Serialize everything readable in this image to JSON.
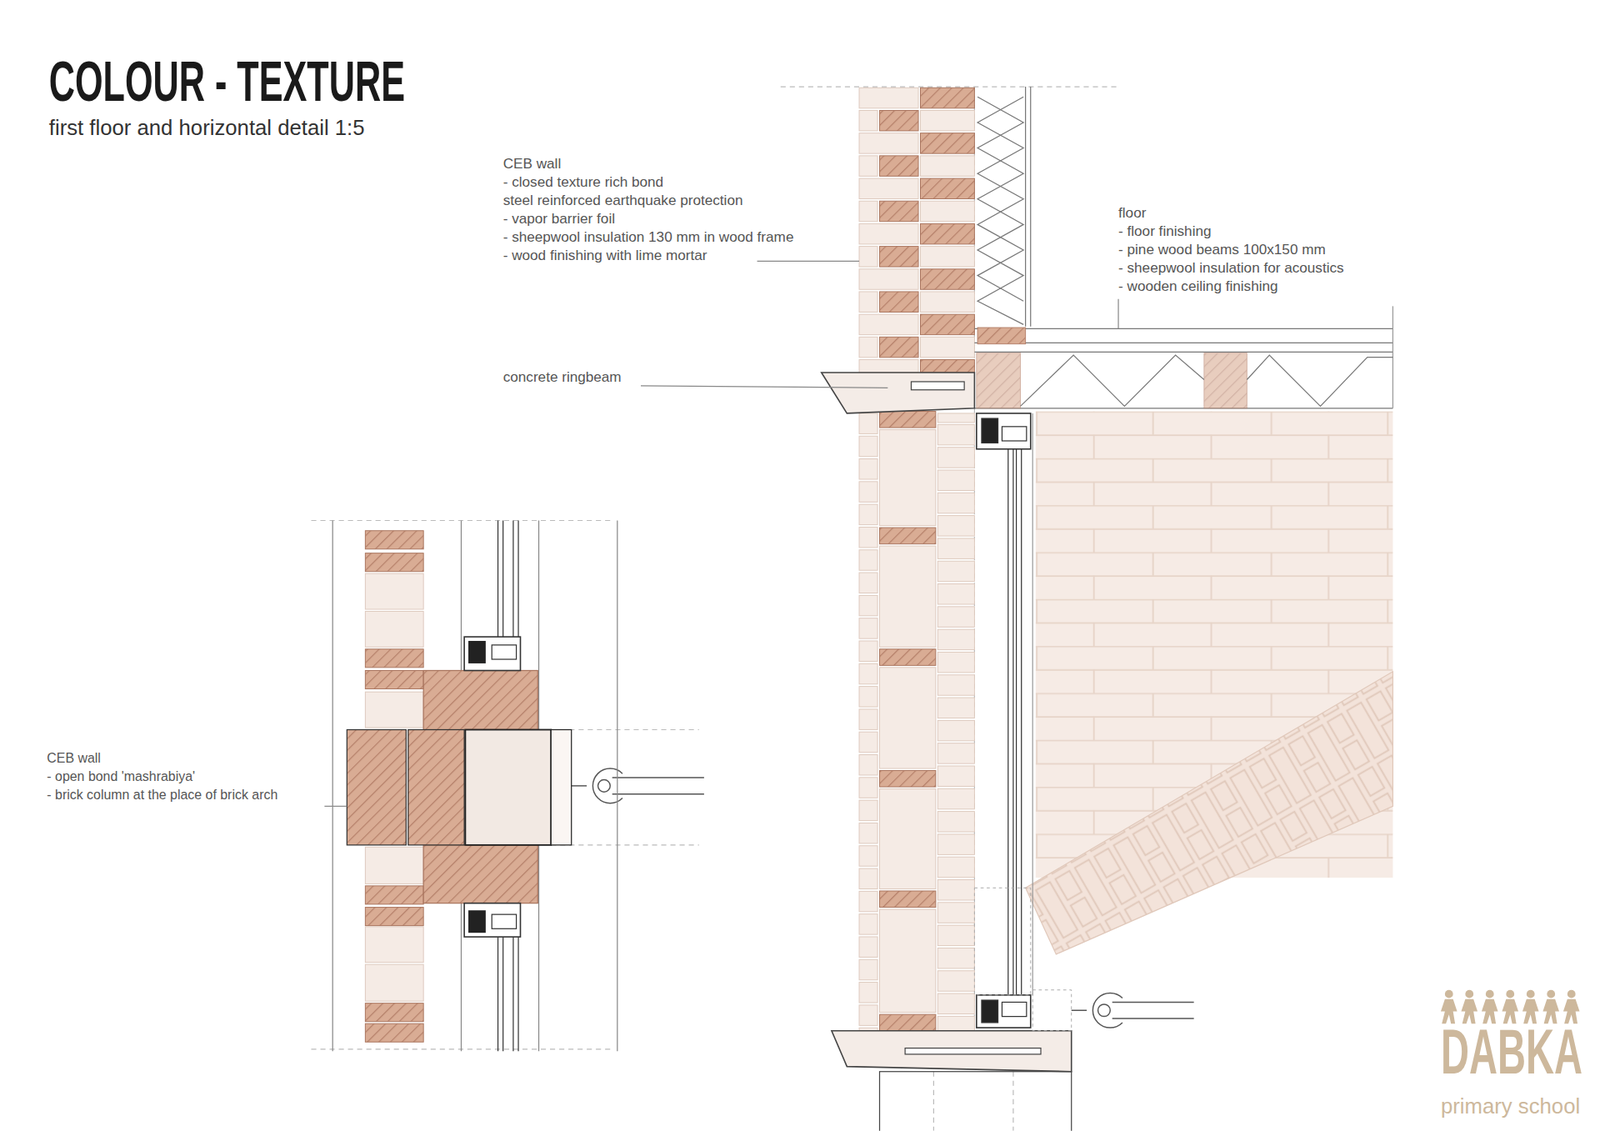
{
  "diagram": {
    "title": "COLOUR - TEXTURE",
    "caption": "first floor and horizontal detail 1:5",
    "labels": [
      "CEB wall",
      "- closed texture rich bond",
      "steel reinforced earthquake protection",
      "- vapor barrier foil",
      "- sheepwool insulation 130 mm in wood frame",
      "- wood finishing with lime mortar",
      "floor",
      "- floor finishing",
      "- pine wood beams 100x150 mm",
      "- sheepwool insulation for acoustics",
      "- wooden ceiling finishing",
      "concrete ringbeam",
      "CEB wall",
      "- open bond 'mashrabiya'",
      "- brick column at the place of brick arch",
      "DABKA",
      "primary school"
    ]
  }
}
